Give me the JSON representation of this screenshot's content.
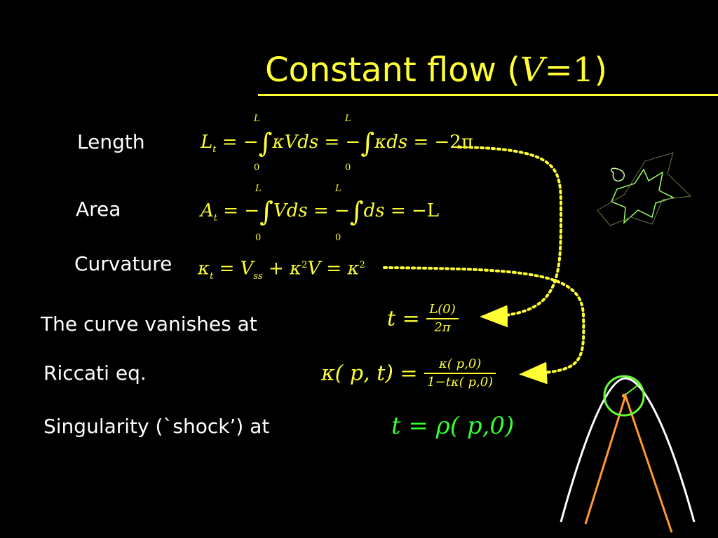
{
  "slide": {
    "title_text": "Constant flow (",
    "title_math_var": "V",
    "title_math_eq": "=1",
    "title_close": ")"
  },
  "rows": {
    "length": {
      "label": "Length",
      "lhs": "L",
      "lhs_sub": "t",
      "eq1": "= −",
      "upper": "L",
      "lower": "0",
      "integrand1": "κVds",
      "eq2": "= −",
      "integrand2": "κds",
      "rhs": "= −2π"
    },
    "area": {
      "label": "Area",
      "lhs": "A",
      "lhs_sub": "t",
      "eq1": "= −",
      "upper": "L",
      "lower": "0",
      "integrand1": "Vds",
      "eq2": "= −",
      "integrand2": "ds",
      "rhs": "= −L"
    },
    "curvature": {
      "label": "Curvature",
      "expr_a": "κ",
      "sub_t": "t",
      "expr_b": "= V",
      "sub_ss": "ss",
      "expr_c": "+ κ",
      "sup_2a": "2",
      "expr_d": "V = κ",
      "sup_2b": "2"
    },
    "vanish": {
      "label": "The curve vanishes at",
      "lhs": "t =",
      "num": "L(0)",
      "den": "2π"
    },
    "riccati": {
      "label": "Riccati eq.",
      "lhs": "κ( p, t) =",
      "num": "κ( p,0)",
      "den": "1−tκ( p,0)"
    },
    "shock": {
      "label": "Singularity (`shock’) at",
      "expr": "t = ρ( p,0)"
    }
  },
  "colors": {
    "background": "#000000",
    "title_and_math": "#ffff33",
    "labels": "#ffffff",
    "arrows": "#ffff33",
    "sketch_green": "#99ff66",
    "curve_white": "#ffffff",
    "curve_orange": "#ff9933",
    "circle_green": "#66ff33"
  }
}
